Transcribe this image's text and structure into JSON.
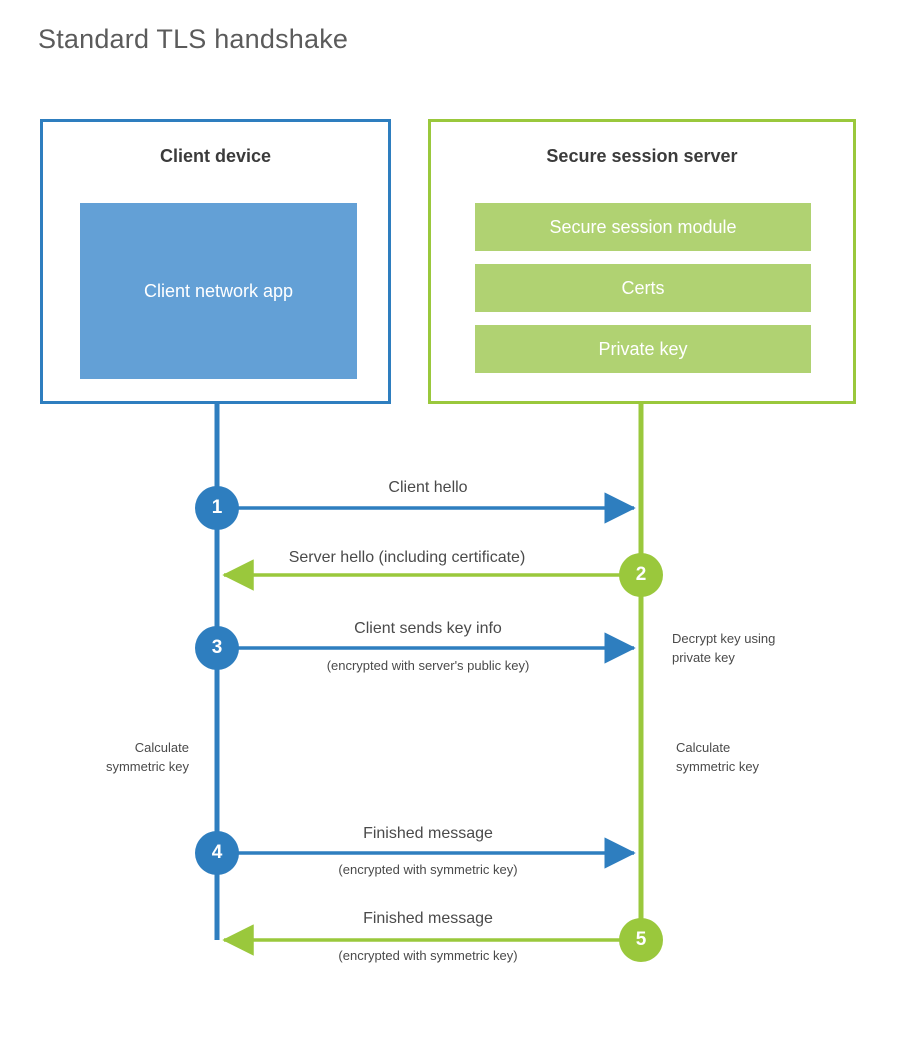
{
  "title": "Standard TLS handshake",
  "colors": {
    "client_border": "#2E7EBF",
    "client_fill": "#63A0D6",
    "server_border": "#9AC83C",
    "server_fill": "#B0D272",
    "client_circle": "#2E7EBF",
    "server_circle": "#9AC83C",
    "text": "#4a4a4a",
    "title_text": "#5b5b5b"
  },
  "client": {
    "title": "Client device",
    "app_label": "Client network app"
  },
  "server": {
    "title": "Secure session server",
    "components": [
      {
        "label": "Secure session module"
      },
      {
        "label": "Certs"
      },
      {
        "label": "Private key"
      }
    ]
  },
  "steps": [
    {
      "number": "1",
      "label": "Client hello",
      "sublabel": "",
      "direction": "client-to-server",
      "color": "#2E7EBF"
    },
    {
      "number": "2",
      "label": "Server hello (including certificate)",
      "sublabel": "",
      "direction": "server-to-client",
      "color": "#9AC83C"
    },
    {
      "number": "3",
      "label": "Client sends key info",
      "sublabel": "(encrypted with server's public key)",
      "direction": "client-to-server",
      "color": "#2E7EBF"
    },
    {
      "number": "4",
      "label": "Finished message",
      "sublabel": "(encrypted with symmetric key)",
      "direction": "client-to-server",
      "color": "#2E7EBF"
    },
    {
      "number": "5",
      "label": "Finished message",
      "sublabel": "(encrypted with symmetric key)",
      "direction": "server-to-client",
      "color": "#9AC83C"
    }
  ],
  "notes": {
    "decrypt_key": "Decrypt key using private key",
    "decrypt_key_line1": "Decrypt key using",
    "decrypt_key_line2": "private key",
    "client_calc_line1": "Calculate",
    "client_calc_line2": "symmetric key",
    "server_calc_line1": "Calculate",
    "server_calc_line2": "symmetric key"
  }
}
